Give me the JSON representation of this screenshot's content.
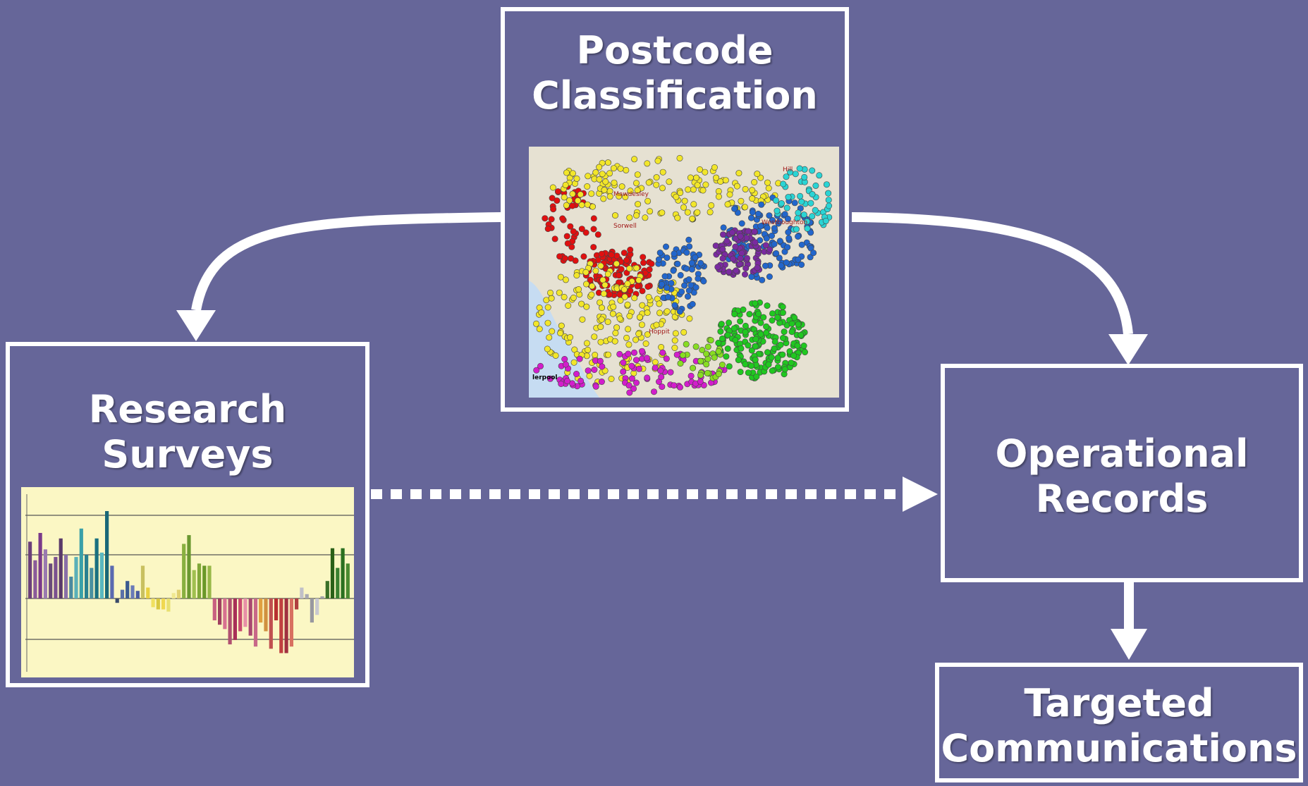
{
  "diagram": {
    "nodes": {
      "postcode": {
        "line1": "Postcode",
        "line2": "Classification"
      },
      "research": {
        "line1": "Research",
        "line2": "Surveys"
      },
      "operational": {
        "line1": "Operational",
        "line2": "Records"
      },
      "targeted": {
        "line1": "Targeted",
        "line2": "Communications"
      }
    },
    "edges": [
      {
        "from": "postcode",
        "to": "research",
        "style": "solid"
      },
      {
        "from": "postcode",
        "to": "operational",
        "style": "solid"
      },
      {
        "from": "research",
        "to": "operational",
        "style": "dotted"
      },
      {
        "from": "operational",
        "to": "targeted",
        "style": "solid"
      }
    ],
    "colors": {
      "background": "#666699",
      "border": "#ffffff",
      "map_land": "#e6e1d2",
      "map_water": "#c6dcf2",
      "chart_bg": "#fbf7c4"
    },
    "map_thumbnail": {
      "place_labels": [
        "Mawdesley",
        "Sorwell",
        "Hoppit",
        "Hill",
        "Westhoughton",
        "lerpool"
      ],
      "cluster_colors": [
        "#e01010",
        "#f2e62a",
        "#2266cc",
        "#7a2aa0",
        "#20c820",
        "#d21ecb",
        "#2ad4d4",
        "#88dd22"
      ]
    },
    "chart_thumbnail": {
      "chart_data": {
        "type": "bar",
        "values": [
          52,
          35,
          60,
          45,
          32,
          38,
          55,
          40,
          20,
          38,
          64,
          40,
          28,
          55,
          42,
          80,
          30,
          -4,
          8,
          16,
          12,
          7,
          30,
          10,
          -8,
          -10,
          -10,
          -12,
          5,
          8,
          50,
          58,
          26,
          32,
          30,
          30,
          -20,
          -24,
          -28,
          -42,
          -38,
          -30,
          -26,
          -34,
          -44,
          -22,
          -30,
          -46,
          -20,
          -50,
          -50,
          -44,
          -10,
          10,
          4,
          -22,
          -15,
          2,
          16,
          46,
          28,
          46,
          32
        ],
        "colors": [
          "#6b3f7a",
          "#8a5a9a",
          "#7a3a8a",
          "#9a7ab0",
          "#6a4a7a",
          "#7a5090",
          "#5a3a6a",
          "#8a70a8",
          "#4a8aa0",
          "#5ab0b8",
          "#3aa0a8",
          "#2a8090",
          "#4a90a0",
          "#1a7080",
          "#5ab8c0",
          "#1a6878",
          "#5a6ab0",
          "#3a4a6a",
          "#5a70a8",
          "#3a5a90",
          "#6a7ab8",
          "#4a5aa0",
          "#c8c060",
          "#e8d040",
          "#f0e060",
          "#d8c840",
          "#f0d850",
          "#e8e070",
          "#f0e890",
          "#e0d070",
          "#88b040",
          "#6a9830",
          "#a0c050",
          "#80a838",
          "#6a9828",
          "#98b848",
          "#c86080",
          "#a04060",
          "#d87090",
          "#b05070",
          "#a83058",
          "#c84a70",
          "#e890a8",
          "#a84870",
          "#c86888",
          "#e0a040",
          "#d09040",
          "#c05050",
          "#b83030",
          "#c04040",
          "#a03040",
          "#d87060",
          "#b04040",
          "#c0c0c8",
          "#a8a8b0",
          "#9898a0",
          "#c8c8d0",
          "#a0a0a8",
          "#3a7028",
          "#2a6018",
          "#3a8030",
          "#2a7020",
          "#4a8a30"
        ]
      }
    }
  }
}
